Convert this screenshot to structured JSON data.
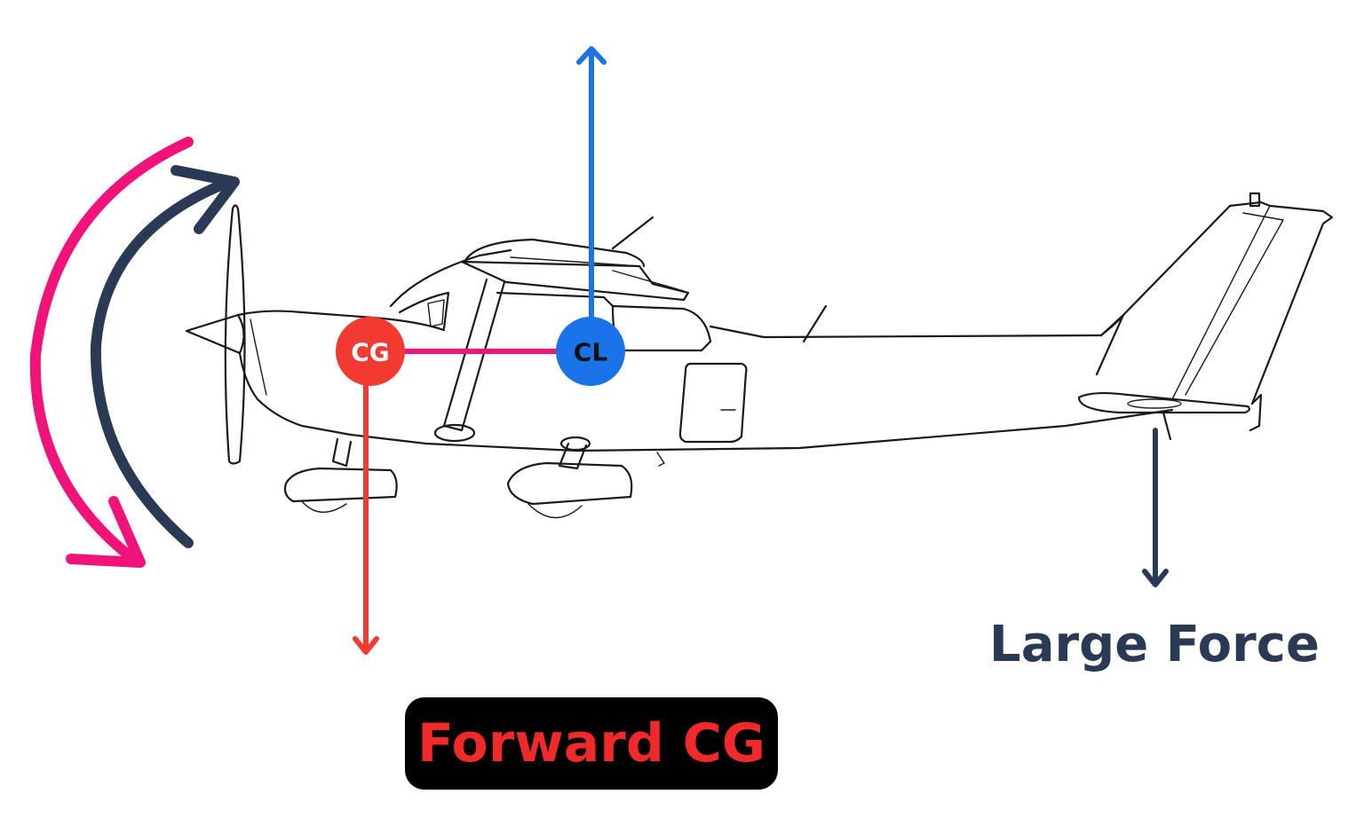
{
  "markers": {
    "cg": "CG",
    "cl": "CL"
  },
  "labels": {
    "large_force": "Large Force",
    "forward_cg": "Forward CG"
  },
  "colors": {
    "cg_red": "#f23a32",
    "cl_blue": "#1a73e8",
    "moment_pink": "#f0147a",
    "navy": "#2a3a55",
    "airframe": "#1a1a1a",
    "box_bg": "#000000"
  },
  "icons": {
    "pitch_down_arrow": "curved-arrow-icon",
    "recovery_arrow": "curved-arrow-icon"
  }
}
